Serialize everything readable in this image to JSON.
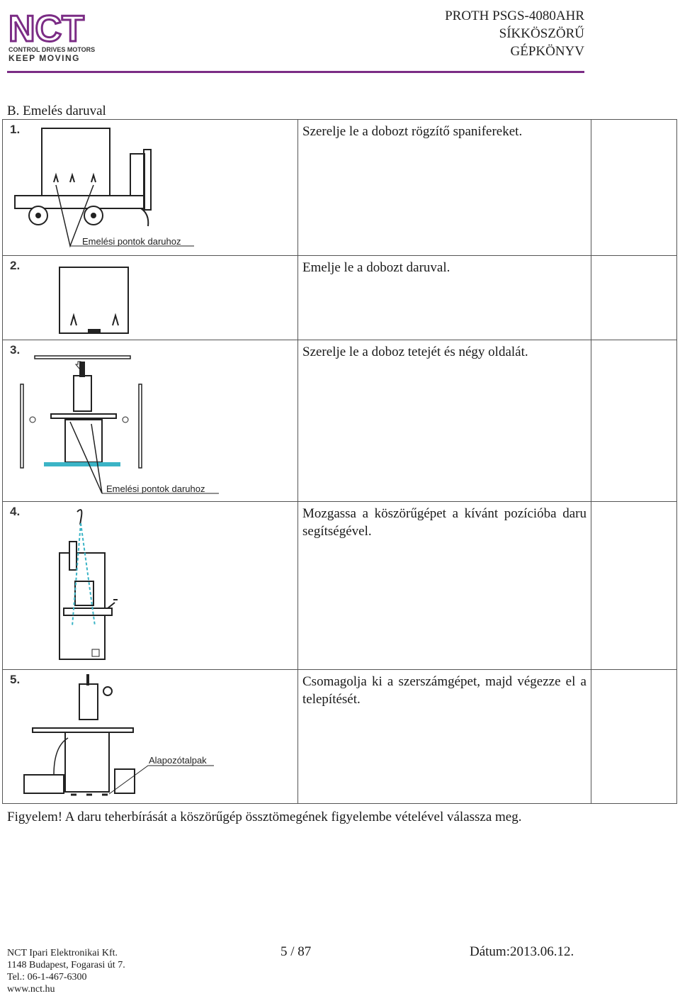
{
  "header": {
    "logo": {
      "brand": "NCT",
      "tagline": "CONTROL DRIVES MOTORS",
      "slogan": "KEEP MOVING"
    },
    "title_lines": [
      "PROTH PSGS-4080AHR",
      "SÍKKÖSZÖRŰ",
      "GÉPKÖNYV"
    ],
    "accent_color": "#7b2c85"
  },
  "section_title": "B.  Emelés daruval",
  "steps": [
    {
      "number": "1.",
      "text": "Szerelje le a dobozt rögzítő spanifereket.",
      "figure_label": "Emelési pontok daruhoz"
    },
    {
      "number": "2.",
      "text": "Emelje le a dobozt daruval.",
      "figure_label": ""
    },
    {
      "number": "3.",
      "text": "Szerelje le a doboz tetejét és négy oldalát.",
      "figure_label": "Emelési pontok daruhoz"
    },
    {
      "number": "4.",
      "text": "Mozgassa a köszörűgépet a kívánt pozícióba daru segítségével.",
      "figure_label": ""
    },
    {
      "number": "5.",
      "text": "Csomagolja ki a szerszámgépet, majd végezze el a telepítését.",
      "figure_label": "Alapozótalpak"
    }
  ],
  "warning": "Figyelem! A daru teherbírását a köszörűgép össztömegének figyelembe vételével válassza meg.",
  "footer": {
    "company": "NCT Ipari Elektronikai Kft.",
    "address": "1148 Budapest, Fogarasi út 7.",
    "phone": "Tel.: 06-1-467-6300",
    "web": "www.nct.hu",
    "page": "5 / 87",
    "date": "Dátum:2013.06.12."
  }
}
